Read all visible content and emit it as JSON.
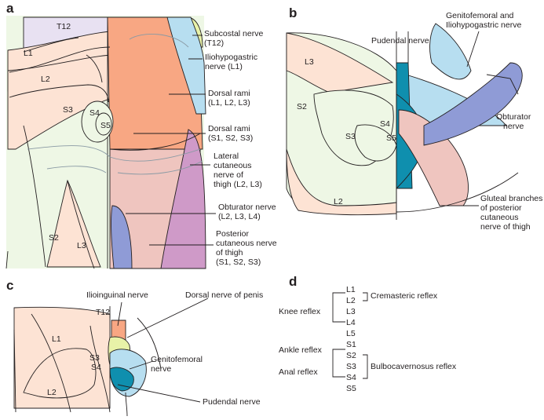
{
  "panels": {
    "a": {
      "letter": "a",
      "regions": [
        "T12",
        "L1",
        "L2",
        "S3",
        "S4",
        "S5",
        "S2",
        "L3"
      ],
      "nerves": [
        {
          "name": "Subcostal nerve",
          "roots": "(T12)"
        },
        {
          "name": "Iliohypogastric",
          "name2": "nerve (L1)"
        },
        {
          "name": "Dorsal rami",
          "roots": "(L1, L2, L3)"
        },
        {
          "name": "Dorsal rami",
          "roots": "(S1, S2, S3)"
        },
        {
          "name": "Lateral",
          "name2": "cutaneous",
          "name3": "nerve of",
          "name4": "thigh (L2, L3)"
        },
        {
          "name": "Obturator nerve",
          "roots": "(L2, L3, L4)"
        },
        {
          "name": "Posterior",
          "name2": "cutaneous nerve",
          "name3": "of thigh",
          "roots": "(S1, S2, S3)"
        }
      ]
    },
    "b": {
      "letter": "b",
      "regions": [
        "L3",
        "S2",
        "S3",
        "S4",
        "S5",
        "L2"
      ],
      "nerves": [
        {
          "name": "Genitofemoral and",
          "name2": "Iliohypogastric nerve"
        },
        {
          "name": "Pudendal nerve"
        },
        {
          "name": "Obturator",
          "name2": "nerve"
        },
        {
          "name": "Gluteal branches",
          "name2": "of posterior",
          "name3": "cutaneous",
          "name4": "nerve of thigh"
        }
      ]
    },
    "c": {
      "letter": "c",
      "regions": [
        "T12",
        "L1",
        "S3",
        "S4",
        "L2"
      ],
      "nerves": [
        {
          "name": "Ilioinguinal nerve"
        },
        {
          "name": "Dorsal nerve of penis"
        },
        {
          "name": "Genitofemoral",
          "name2": "nerve"
        },
        {
          "name": "Pudendal nerve"
        }
      ]
    },
    "d": {
      "letter": "d",
      "segments": [
        "L1",
        "L2",
        "L3",
        "L4",
        "L5",
        "S1",
        "S2",
        "S3",
        "S4",
        "S5"
      ],
      "reflexes": {
        "knee": "Knee reflex",
        "ankle": "Ankle reflex",
        "anal": "Anal reflex",
        "cremasteric": "Cremasteric reflex",
        "bulbocavernosus": "Bulbocavernosus reflex"
      }
    }
  },
  "colors": {
    "peach": "#fde3d4",
    "mint": "#eef7e5",
    "lilac": "#e8e1f2",
    "salmon": "#f8a783",
    "sky": "#b7def0",
    "lime": "#e8f2a8",
    "rose": "#efc5bf",
    "mauve": "#cf9ac8",
    "periwinkle": "#8f9bd6",
    "teal": "#0f8fae",
    "line": "#231f20"
  }
}
